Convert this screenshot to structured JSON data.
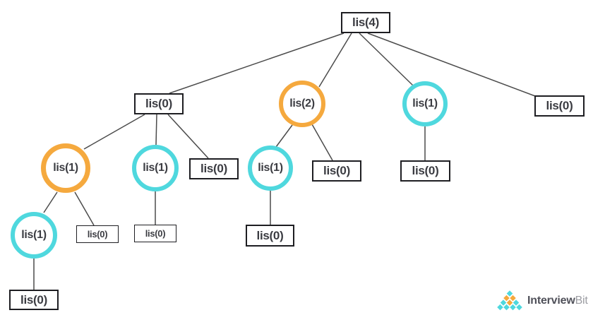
{
  "colors": {
    "orange": "#F5A93E",
    "cyan": "#4FD8DE",
    "edge": "#4B4B4B",
    "node_text": "#3B3C42",
    "node_border": "#1E1E22",
    "background": "#FFFFFF",
    "logo_text_primary_color": "#50515A",
    "logo_text_secondary_color": "#9C9DA3"
  },
  "tree": {
    "nodes": [
      {
        "id": 0,
        "label": "lis(4)",
        "shape": "rectangle",
        "highlight": "none"
      },
      {
        "id": 1,
        "label": "lis(0)",
        "shape": "rectangle",
        "highlight": "none"
      },
      {
        "id": 2,
        "label": "lis(2)",
        "shape": "circle",
        "highlight": "orange"
      },
      {
        "id": 3,
        "label": "lis(1)",
        "shape": "circle",
        "highlight": "cyan"
      },
      {
        "id": 4,
        "label": "lis(0)",
        "shape": "rectangle",
        "highlight": "none"
      },
      {
        "id": 5,
        "label": "lis(1)",
        "shape": "circle",
        "highlight": "orange"
      },
      {
        "id": 6,
        "label": "lis(1)",
        "shape": "circle",
        "highlight": "cyan"
      },
      {
        "id": 7,
        "label": "lis(0)",
        "shape": "rectangle",
        "highlight": "none"
      },
      {
        "id": 8,
        "label": "lis(1)",
        "shape": "circle",
        "highlight": "cyan"
      },
      {
        "id": 9,
        "label": "lis(0)",
        "shape": "rectangle",
        "highlight": "none"
      },
      {
        "id": 10,
        "label": "lis(0)",
        "shape": "rectangle",
        "highlight": "none"
      },
      {
        "id": 11,
        "label": "lis(1)",
        "shape": "circle",
        "highlight": "cyan"
      },
      {
        "id": 12,
        "label": "lis(0)",
        "shape": "rectangle",
        "highlight": "none"
      },
      {
        "id": 13,
        "label": "lis(0)",
        "shape": "rectangle",
        "highlight": "none"
      },
      {
        "id": 14,
        "label": "lis(0)",
        "shape": "rectangle",
        "highlight": "none"
      },
      {
        "id": 15,
        "label": "lis(0)",
        "shape": "rectangle",
        "highlight": "none"
      }
    ],
    "edges": [
      [
        0,
        1
      ],
      [
        0,
        2
      ],
      [
        0,
        3
      ],
      [
        0,
        4
      ],
      [
        1,
        5
      ],
      [
        1,
        6
      ],
      [
        1,
        7
      ],
      [
        2,
        8
      ],
      [
        2,
        9
      ],
      [
        3,
        10
      ],
      [
        5,
        11
      ],
      [
        5,
        12
      ],
      [
        6,
        13
      ],
      [
        8,
        14
      ],
      [
        11,
        15
      ]
    ]
  },
  "logo": {
    "text_primary": "Interview",
    "text_secondary": "Bit",
    "pyramid_rows": [
      [
        "cyan"
      ],
      [
        "orange",
        "orange"
      ],
      [
        "cyan",
        "orange",
        "cyan"
      ],
      [
        "cyan",
        "cyan",
        "cyan",
        "cyan"
      ]
    ]
  }
}
